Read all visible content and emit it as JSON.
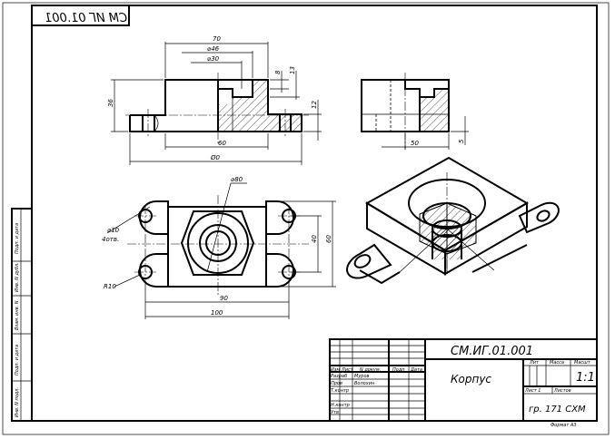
{
  "stamp": {
    "code_mirrored": "CM ИГ 01.001"
  },
  "dimensions": {
    "front": {
      "width_70": "70",
      "bore_46": "⌀46",
      "bore_30": "⌀30",
      "depth_8": "8",
      "depth_13": "13",
      "height_36": "36",
      "base_12": "12",
      "width_60": "60",
      "width_100": "Ø0"
    },
    "side": {
      "width_50": "50",
      "height_5": "5"
    },
    "top": {
      "diam_80": "⌀80",
      "holes": "⌀10",
      "holes_count": "4отв.",
      "radius": "R10",
      "h40": "40",
      "h60": "60",
      "w90": "90",
      "w100": "100"
    }
  },
  "title_block": {
    "designation": "СМ.ИГ.01.001",
    "part_name": "Корпус",
    "group": "гр. 171 СХМ",
    "col_lit": "Лит",
    "col_mass": "Масса",
    "col_scale": "Масшт",
    "scale_value": "1:1",
    "sheet": "Лист 1",
    "sheets": "Листов",
    "rows": {
      "izm": "Изм",
      "list": "Лист",
      "ndoc": "N докум.",
      "podp": "Подп",
      "data": "Дата",
      "razrab": "Разраб",
      "razrab_name": "Муров",
      "prov": "Пров",
      "prov_name": "Волохин",
      "tkontr": "Т.контр",
      "nkontr": "Н.контр",
      "utv": "Утв"
    },
    "format": "Формат А3"
  },
  "side_strip": {
    "c1": "Подп. и дата",
    "c2": "Инв. N дубл.",
    "c3": "Взам. инв. N",
    "c4": "Подп. и дата",
    "c5": "Инв. N подл."
  }
}
